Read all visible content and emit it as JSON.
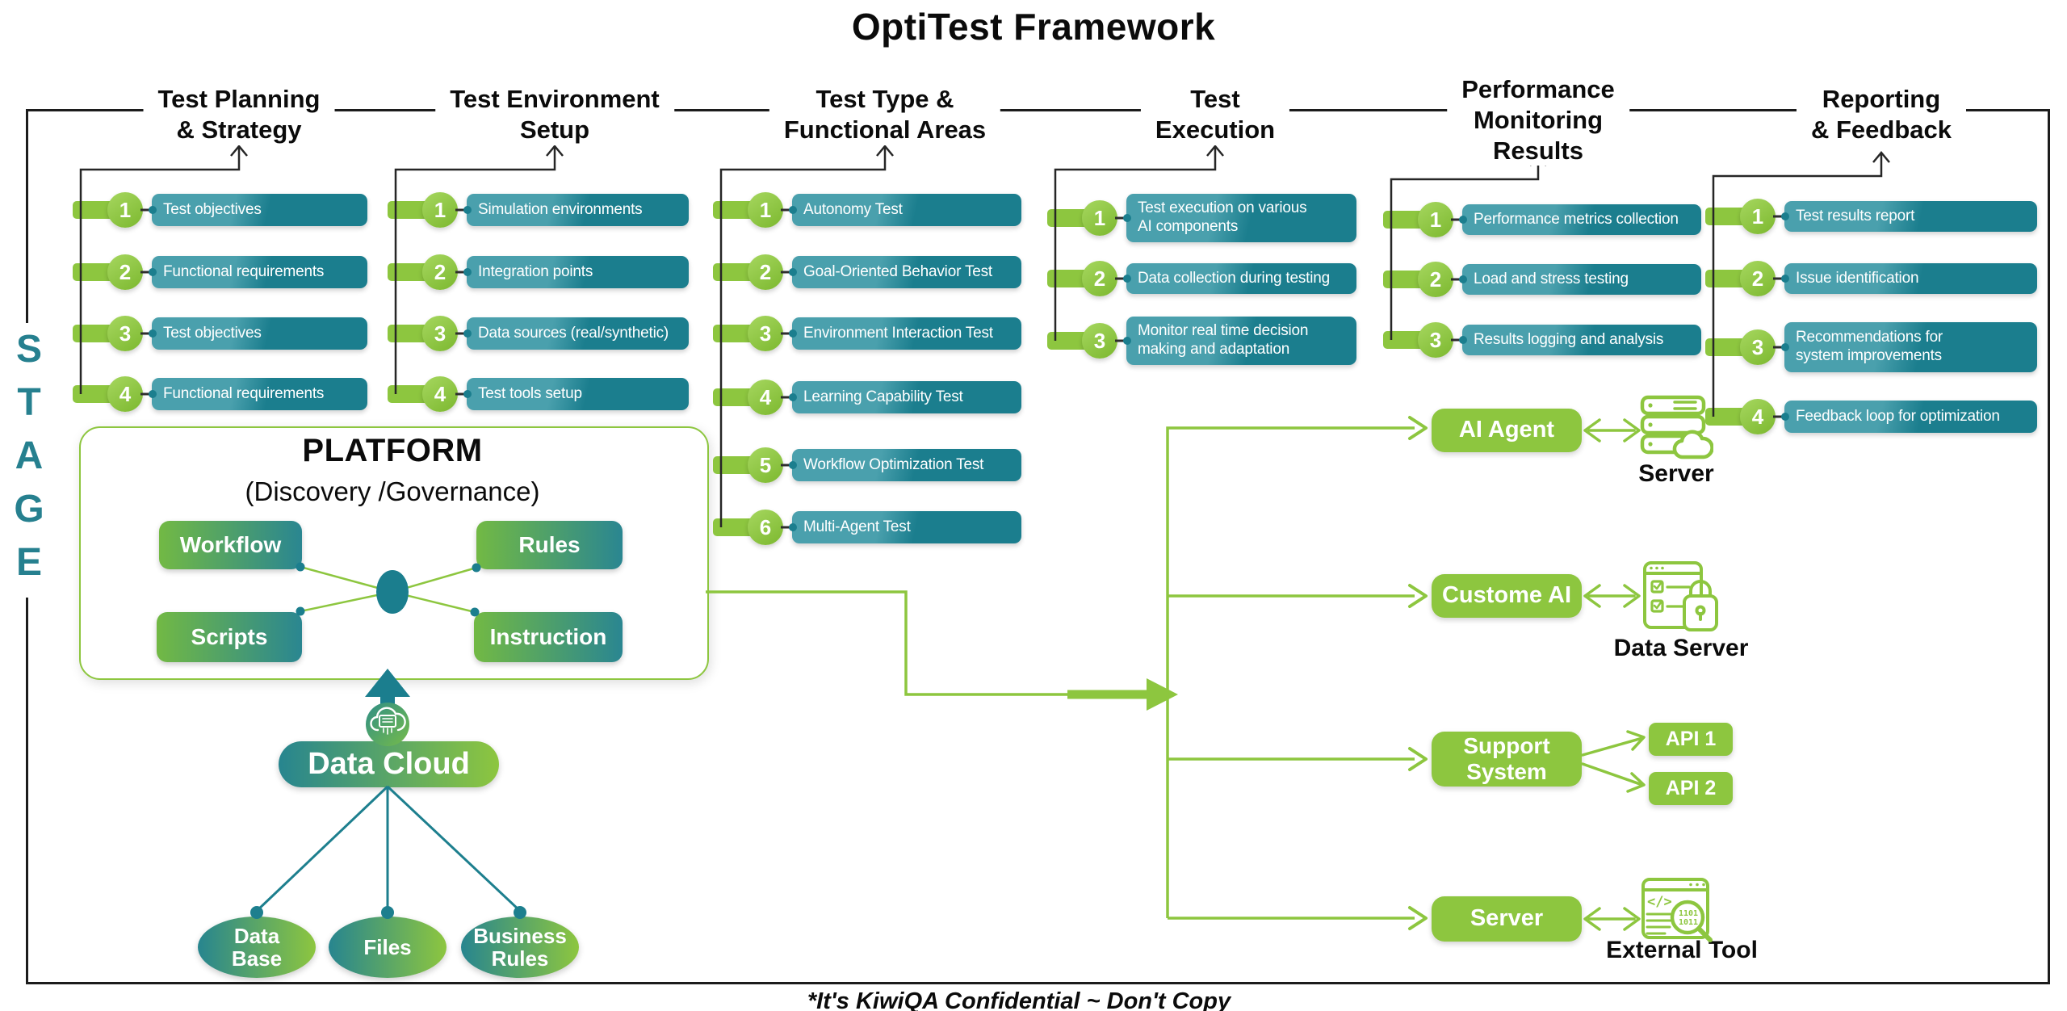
{
  "title": "OptiTest Framework",
  "stage": {
    "label": "STAGE"
  },
  "footer": {
    "note": "*It's KiwiQA Confidential ~ Don't Copy"
  },
  "colors": {
    "green": "#8dc63f",
    "teal": "#1b7e8e",
    "teal_light": "#4aa0ad",
    "stage_teal": "#26808f",
    "ink": "#111111"
  },
  "columns": [
    {
      "title": "Test Planning\n& Strategy",
      "items": [
        {
          "num": "1",
          "label": "Test objectives"
        },
        {
          "num": "2",
          "label": "Functional requirements"
        },
        {
          "num": "3",
          "label": "Test objectives"
        },
        {
          "num": "4",
          "label": "Functional requirements"
        }
      ]
    },
    {
      "title": "Test Environment\nSetup",
      "items": [
        {
          "num": "1",
          "label": "Simulation environments"
        },
        {
          "num": "2",
          "label": "Integration points"
        },
        {
          "num": "3",
          "label": "Data sources (real/synthetic)"
        },
        {
          "num": "4",
          "label": "Test tools setup"
        }
      ]
    },
    {
      "title": "Test Type &\nFunctional Areas",
      "items": [
        {
          "num": "1",
          "label": "Autonomy Test"
        },
        {
          "num": "2",
          "label": "Goal-Oriented Behavior Test"
        },
        {
          "num": "3",
          "label": "Environment Interaction Test"
        },
        {
          "num": "4",
          "label": "Learning Capability Test"
        },
        {
          "num": "5",
          "label": "Workflow Optimization Test"
        },
        {
          "num": "6",
          "label": "Multi-Agent Test"
        }
      ]
    },
    {
      "title": "Test\nExecution",
      "items": [
        {
          "num": "1",
          "label": "Test execution on various\nAI components"
        },
        {
          "num": "2",
          "label": "Data collection during testing"
        },
        {
          "num": "3",
          "label": "Monitor real time decision\nmaking and adaptation"
        }
      ]
    },
    {
      "title": "Performance\nMonitoring\nResults",
      "items": [
        {
          "num": "1",
          "label": "Performance metrics collection"
        },
        {
          "num": "2",
          "label": "Load and stress testing"
        },
        {
          "num": "3",
          "label": "Results logging and analysis"
        }
      ]
    },
    {
      "title": "Reporting\n& Feedback",
      "items": [
        {
          "num": "1",
          "label": "Test results report"
        },
        {
          "num": "2",
          "label": "Issue identification"
        },
        {
          "num": "3",
          "label": "Recommendations for\nsystem improvements"
        },
        {
          "num": "4",
          "label": "Feedback loop for optimization"
        }
      ]
    }
  ],
  "platform": {
    "title": "PLATFORM",
    "subtitle": "(Discovery /Governance)",
    "nodes": {
      "workflow": "Workflow",
      "rules": "Rules",
      "scripts": "Scripts",
      "instruction": "Instruction"
    }
  },
  "data_cloud": {
    "label": "Data Cloud",
    "sources": [
      {
        "label": "Data\nBase"
      },
      {
        "label": "Files"
      },
      {
        "label": "Business\nRules"
      }
    ]
  },
  "flow": {
    "ai_agent": {
      "label": "AI Agent",
      "target_label": "Server"
    },
    "custome_ai": {
      "label": "Custome AI",
      "target_label": "Data Server"
    },
    "support_system": {
      "label": "Support\nSystem",
      "api1": "API 1",
      "api2": "API 2"
    },
    "server": {
      "label": "Server",
      "target_label": "External Tool"
    }
  },
  "icons": {
    "external_tool_code": "</>",
    "external_tool_binary_1": "1101",
    "external_tool_binary_2": "1011"
  }
}
